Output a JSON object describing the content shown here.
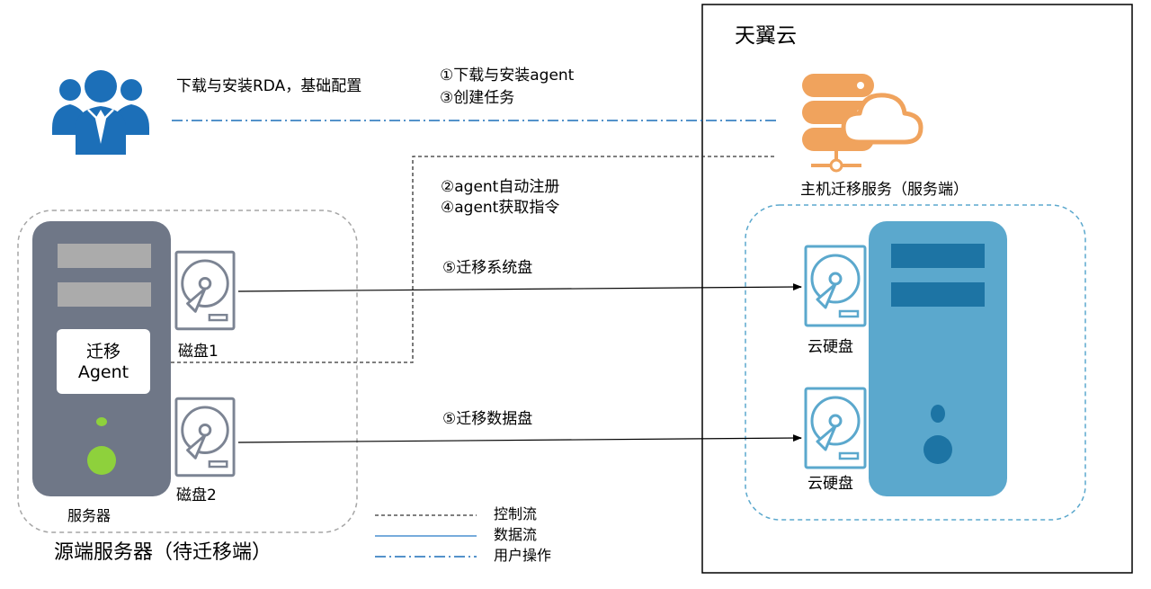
{
  "cloud": {
    "title": "天翼云"
  },
  "user_action": {
    "left_label": "下载与安装RDA，基础配置",
    "step1": "①下载与安装agent",
    "step3": "③创建任务"
  },
  "control_flow": {
    "step2": "②agent自动注册",
    "step4": "④agent获取指令"
  },
  "data_flow": {
    "system_disk": "⑤迁移系统盘",
    "data_disk": "⑤迁移数据盘"
  },
  "migration_service": {
    "label": "主机迁移服务（服务端）"
  },
  "source": {
    "agent_line1": "迁移",
    "agent_line2": "Agent",
    "disk1": "磁盘1",
    "disk2": "磁盘2",
    "server": "服务器",
    "group": "源端服务器（待迁移端）"
  },
  "target": {
    "cloud_disk_1": "云硬盘",
    "cloud_disk_2": "云硬盘"
  },
  "legend": {
    "control": "控制流",
    "data": "数据流",
    "user_op": "用户操作"
  },
  "colors": {
    "user_blue": "#1c6fb8",
    "source_server": "#6f7787",
    "source_slot": "#ababab",
    "agent_green": "#8ed13c",
    "target_server": "#5ba8cd",
    "target_slot": "#1d74a4",
    "service_orange": "#f0a35d",
    "disk_source": "#7c8493",
    "disk_target": "#5ba8cd",
    "dashed_border": "#a6a6a6",
    "cloud_dashed": "#5ba8cd"
  }
}
